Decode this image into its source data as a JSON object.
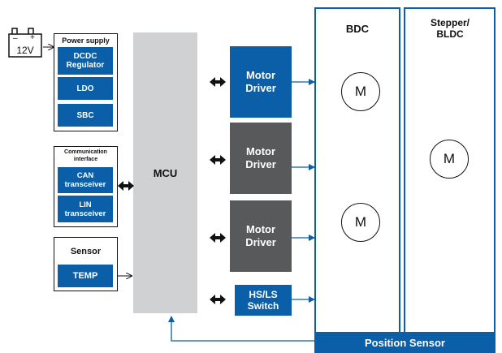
{
  "battery": {
    "minus": "–",
    "plus": "+",
    "voltage": "12V"
  },
  "power_supply": {
    "title": "Power supply",
    "items": [
      "DCDC Regulator",
      "LDO",
      "SBC"
    ]
  },
  "communication": {
    "title": "Communication interface",
    "items": [
      "CAN transceiver",
      "LIN transceiver"
    ]
  },
  "sensor": {
    "title": "Sensor",
    "items": [
      "TEMP"
    ]
  },
  "mcu": {
    "label": "MCU"
  },
  "motor_drivers": [
    "Motor Driver",
    "Motor Driver",
    "Motor Driver"
  ],
  "switch": {
    "label": "HS/LS Switch"
  },
  "panels": {
    "bdc": "BDC",
    "stepper": "Stepper/ BLDC"
  },
  "motors": [
    "M",
    "M",
    "M"
  ],
  "position_sensor": {
    "label": "Position Sensor"
  },
  "colors": {
    "blue": "#0a5fa8",
    "gray": "#58595b",
    "mcu_gray": "#cfd1d3"
  }
}
